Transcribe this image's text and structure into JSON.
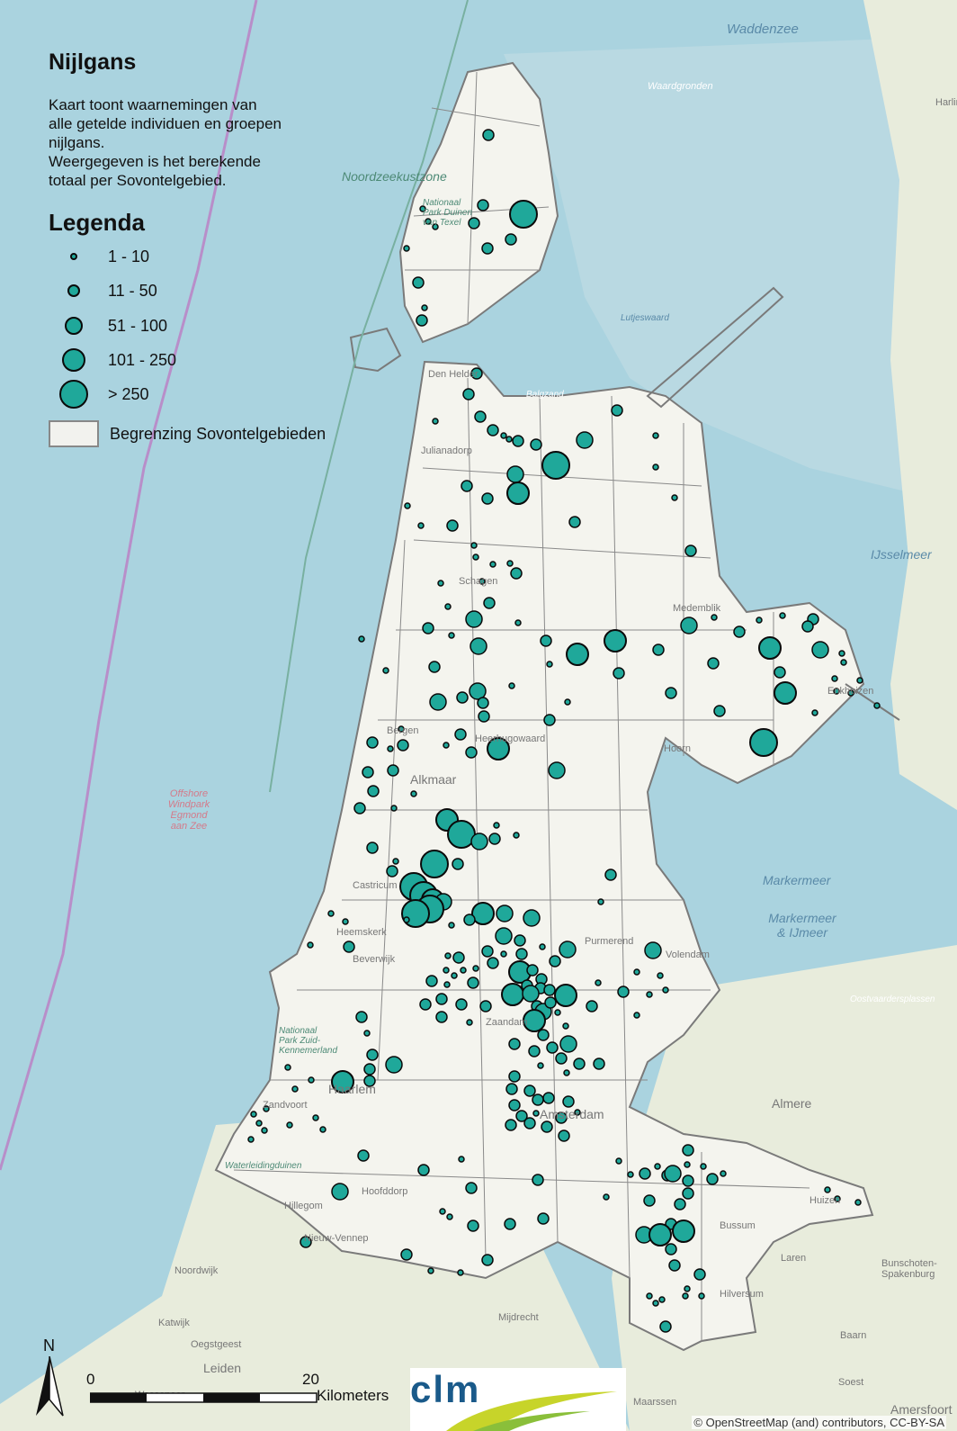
{
  "title": "Nijlgans",
  "description": [
    "Kaart toont waarnemingen van",
    "alle getelde individuen en groepen",
    "nijlgans.",
    "Weergegeven is het berekende",
    "totaal per Sovontelgebied."
  ],
  "legend": {
    "title": "Legenda",
    "classes": [
      {
        "label": "1 - 10",
        "level": 1
      },
      {
        "label": "11 - 50",
        "level": 2
      },
      {
        "label": "51 - 100",
        "level": 3
      },
      {
        "label": "101 - 250",
        "level": 4
      },
      {
        "label": "> 250",
        "level": 5
      }
    ],
    "boundary_label": "Begrenzing Sovontelgebieden"
  },
  "colors": {
    "sea": "#aad3df",
    "land": "#eef0e4",
    "study_area": "#f4f4ee",
    "boundary": "#7a7a7a",
    "symbol_fill": "#1fa89a",
    "symbol_stroke": "#0a0a0a"
  },
  "place_labels": {
    "water": [
      "Waddenzee",
      "IJsselmeer",
      "Markermeer",
      "Markermeer & IJmeer",
      "Noordzeekustzone",
      "Waardgronden",
      "Lutjeswaard",
      "Balgzand",
      "Oostvaardersplassen"
    ],
    "land": [
      "Harling",
      "Den Helder",
      "Julianadorp",
      "Schagen",
      "Medemblik",
      "Enkhuizen",
      "Hoorn",
      "Alkmaar",
      "Heerhugowaard",
      "Bergen",
      "Castricum",
      "Beverwijk",
      "Heemskerk",
      "Purmerend",
      "Volendam",
      "Zaandam",
      "Haarlem",
      "Zandvoort",
      "Hoofddorp",
      "Amsterdam",
      "Almere",
      "Huizen",
      "Bussum",
      "Hilversum",
      "Laren",
      "Baarn",
      "Soest",
      "Amersfoort",
      "Mijdrecht",
      "Nieuw-Vennep",
      "Hillegom",
      "Noordwijk",
      "Katwijk",
      "Oegstgeest",
      "Leiden",
      "Wassenaar",
      "Maarssen",
      "Bunschoten-Spakenburg",
      "Offshore Windpark Egmond aan Zee",
      "Nationaal Park Zuid-Kennemerland",
      "Waterleidingduinen",
      "Nationaal Park Duinen van Texel"
    ]
  },
  "north_arrow": "N",
  "scale_bar": {
    "start": "0",
    "end": "20",
    "unit": "Kilometers"
  },
  "logo_text": "clm",
  "credit": "© OpenStreetMap (and) contributors, CC-BY-SA"
}
